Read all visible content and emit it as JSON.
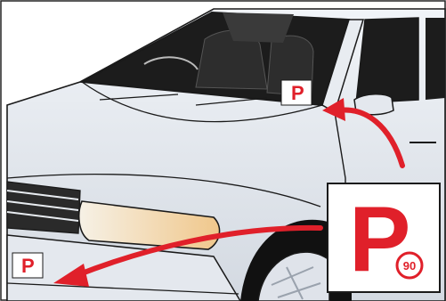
{
  "plates": {
    "windscreen": {
      "letter": "P",
      "number": ""
    },
    "front_bumper": {
      "letter": "P",
      "number": ""
    },
    "inset": {
      "letter": "P",
      "number": "90"
    }
  },
  "colors": {
    "plate_red": "#e0202a",
    "car_body": "#e4e8ee",
    "outline": "#1a1a1a",
    "arrow": "#e0202a"
  },
  "icons": {
    "arrow_to_bumper": "curved-arrow-left",
    "arrow_to_windscreen": "curved-arrow-up"
  }
}
